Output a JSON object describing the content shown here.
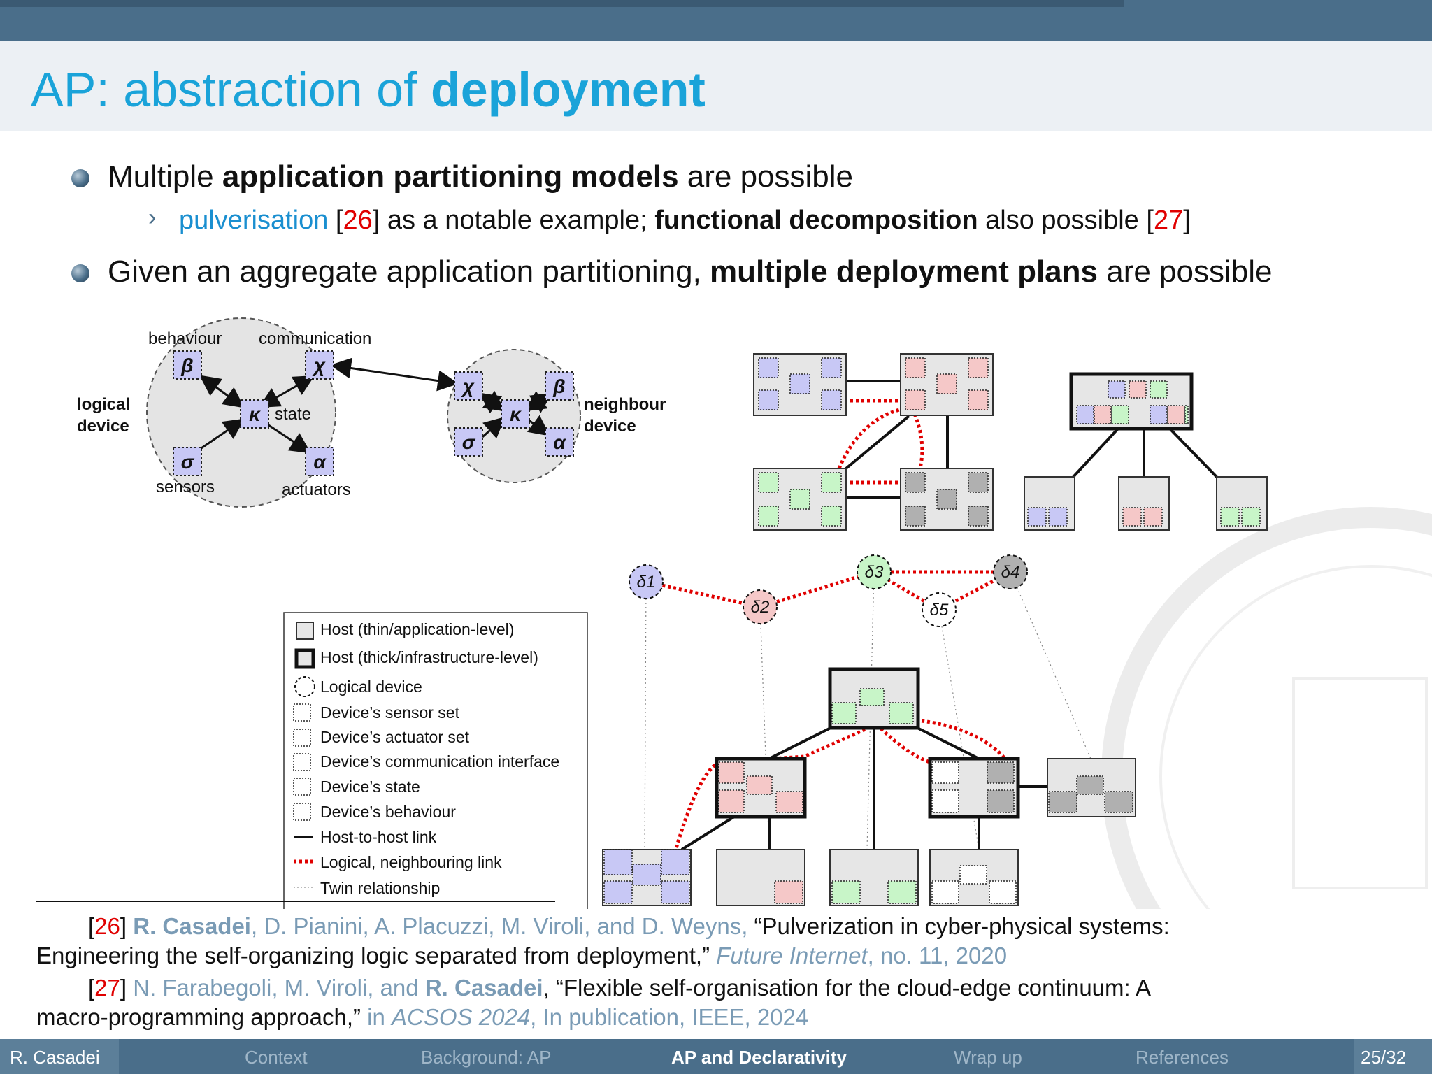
{
  "title": {
    "prefix": "AP: abstraction of ",
    "bold": "deployment"
  },
  "bullets": {
    "b1": {
      "pre": "Multiple ",
      "bold": "application partitioning models",
      "post": " are possible"
    },
    "b1sub": {
      "link": "pulverisation",
      "open1": " [",
      "ref1": "26",
      "mid": "] as a notable example; ",
      "bold": "functional decomposition",
      "post": " also possible [",
      "ref2": "27",
      "close": "]"
    },
    "b2": {
      "pre": "Given an aggregate application partitioning, ",
      "bold": "multiple deployment plans",
      "post": " are possible"
    }
  },
  "diagram_left": {
    "label_behaviour": "behaviour",
    "label_communication": "communication",
    "label_state": "state",
    "label_sensors": "sensors",
    "label_actuators": "actuators",
    "label_logical1": "logical",
    "label_logical2": "device",
    "label_neighbour1": "neighbour",
    "label_neighbour2": "device",
    "sym_beta": "β",
    "sym_chi": "χ",
    "sym_kappa": "κ",
    "sym_sigma": "σ",
    "sym_alpha": "α"
  },
  "legend": {
    "items": [
      "Host (thin/application-level)",
      "Host (thick/infrastructure-level)",
      "Logical device",
      "Device’s sensor set",
      "Device’s actuator set",
      "Device’s communication interface",
      "Device’s state",
      "Device’s behaviour",
      "Host-to-host link",
      "Logical, neighbouring link",
      "Twin relationship"
    ]
  },
  "deploy": {
    "d1": "δ1",
    "d2": "δ2",
    "d3": "δ3",
    "d4": "δ4",
    "d5": "δ5"
  },
  "references": {
    "r26": {
      "num": "26",
      "author_bold": "R. Casadei",
      "authors": ", D. Pianini, A. Placuzzi, M. Viroli, and D. Weyns,",
      "title1": " “Pulverization in cyber-physical systems:",
      "title2": "Engineering the self-organizing logic separated from deployment,”",
      "venue": " Future Internet",
      "rest": ", no. 11, 2020"
    },
    "r27": {
      "num": "27",
      "authors_pre": " N. Farabegoli, M. Viroli, and ",
      "author_bold": "R. Casadei",
      "title1": ", “Flexible self-organisation for the cloud-edge continuum: A",
      "title2": "macro-programming approach,”",
      "venue_pre": " in ",
      "venue": "ACSOS 2024",
      "rest": ", In publication, IEEE, 2024"
    }
  },
  "footer": {
    "author": "R. Casadei",
    "sections": [
      "Context",
      "Background: AP",
      "AP and Declarativity",
      "Wrap up",
      "References"
    ],
    "active_index": 2,
    "page": "25/32"
  },
  "colors": {
    "accent": "#1aa3d9",
    "bar": "#4a6e8a",
    "blue_dev": "#c8c8f5",
    "red_dev": "#f5c8c8",
    "green_dev": "#c8f5c8",
    "grey_dev": "#b0b0b0",
    "logical_link": "#e00000"
  }
}
